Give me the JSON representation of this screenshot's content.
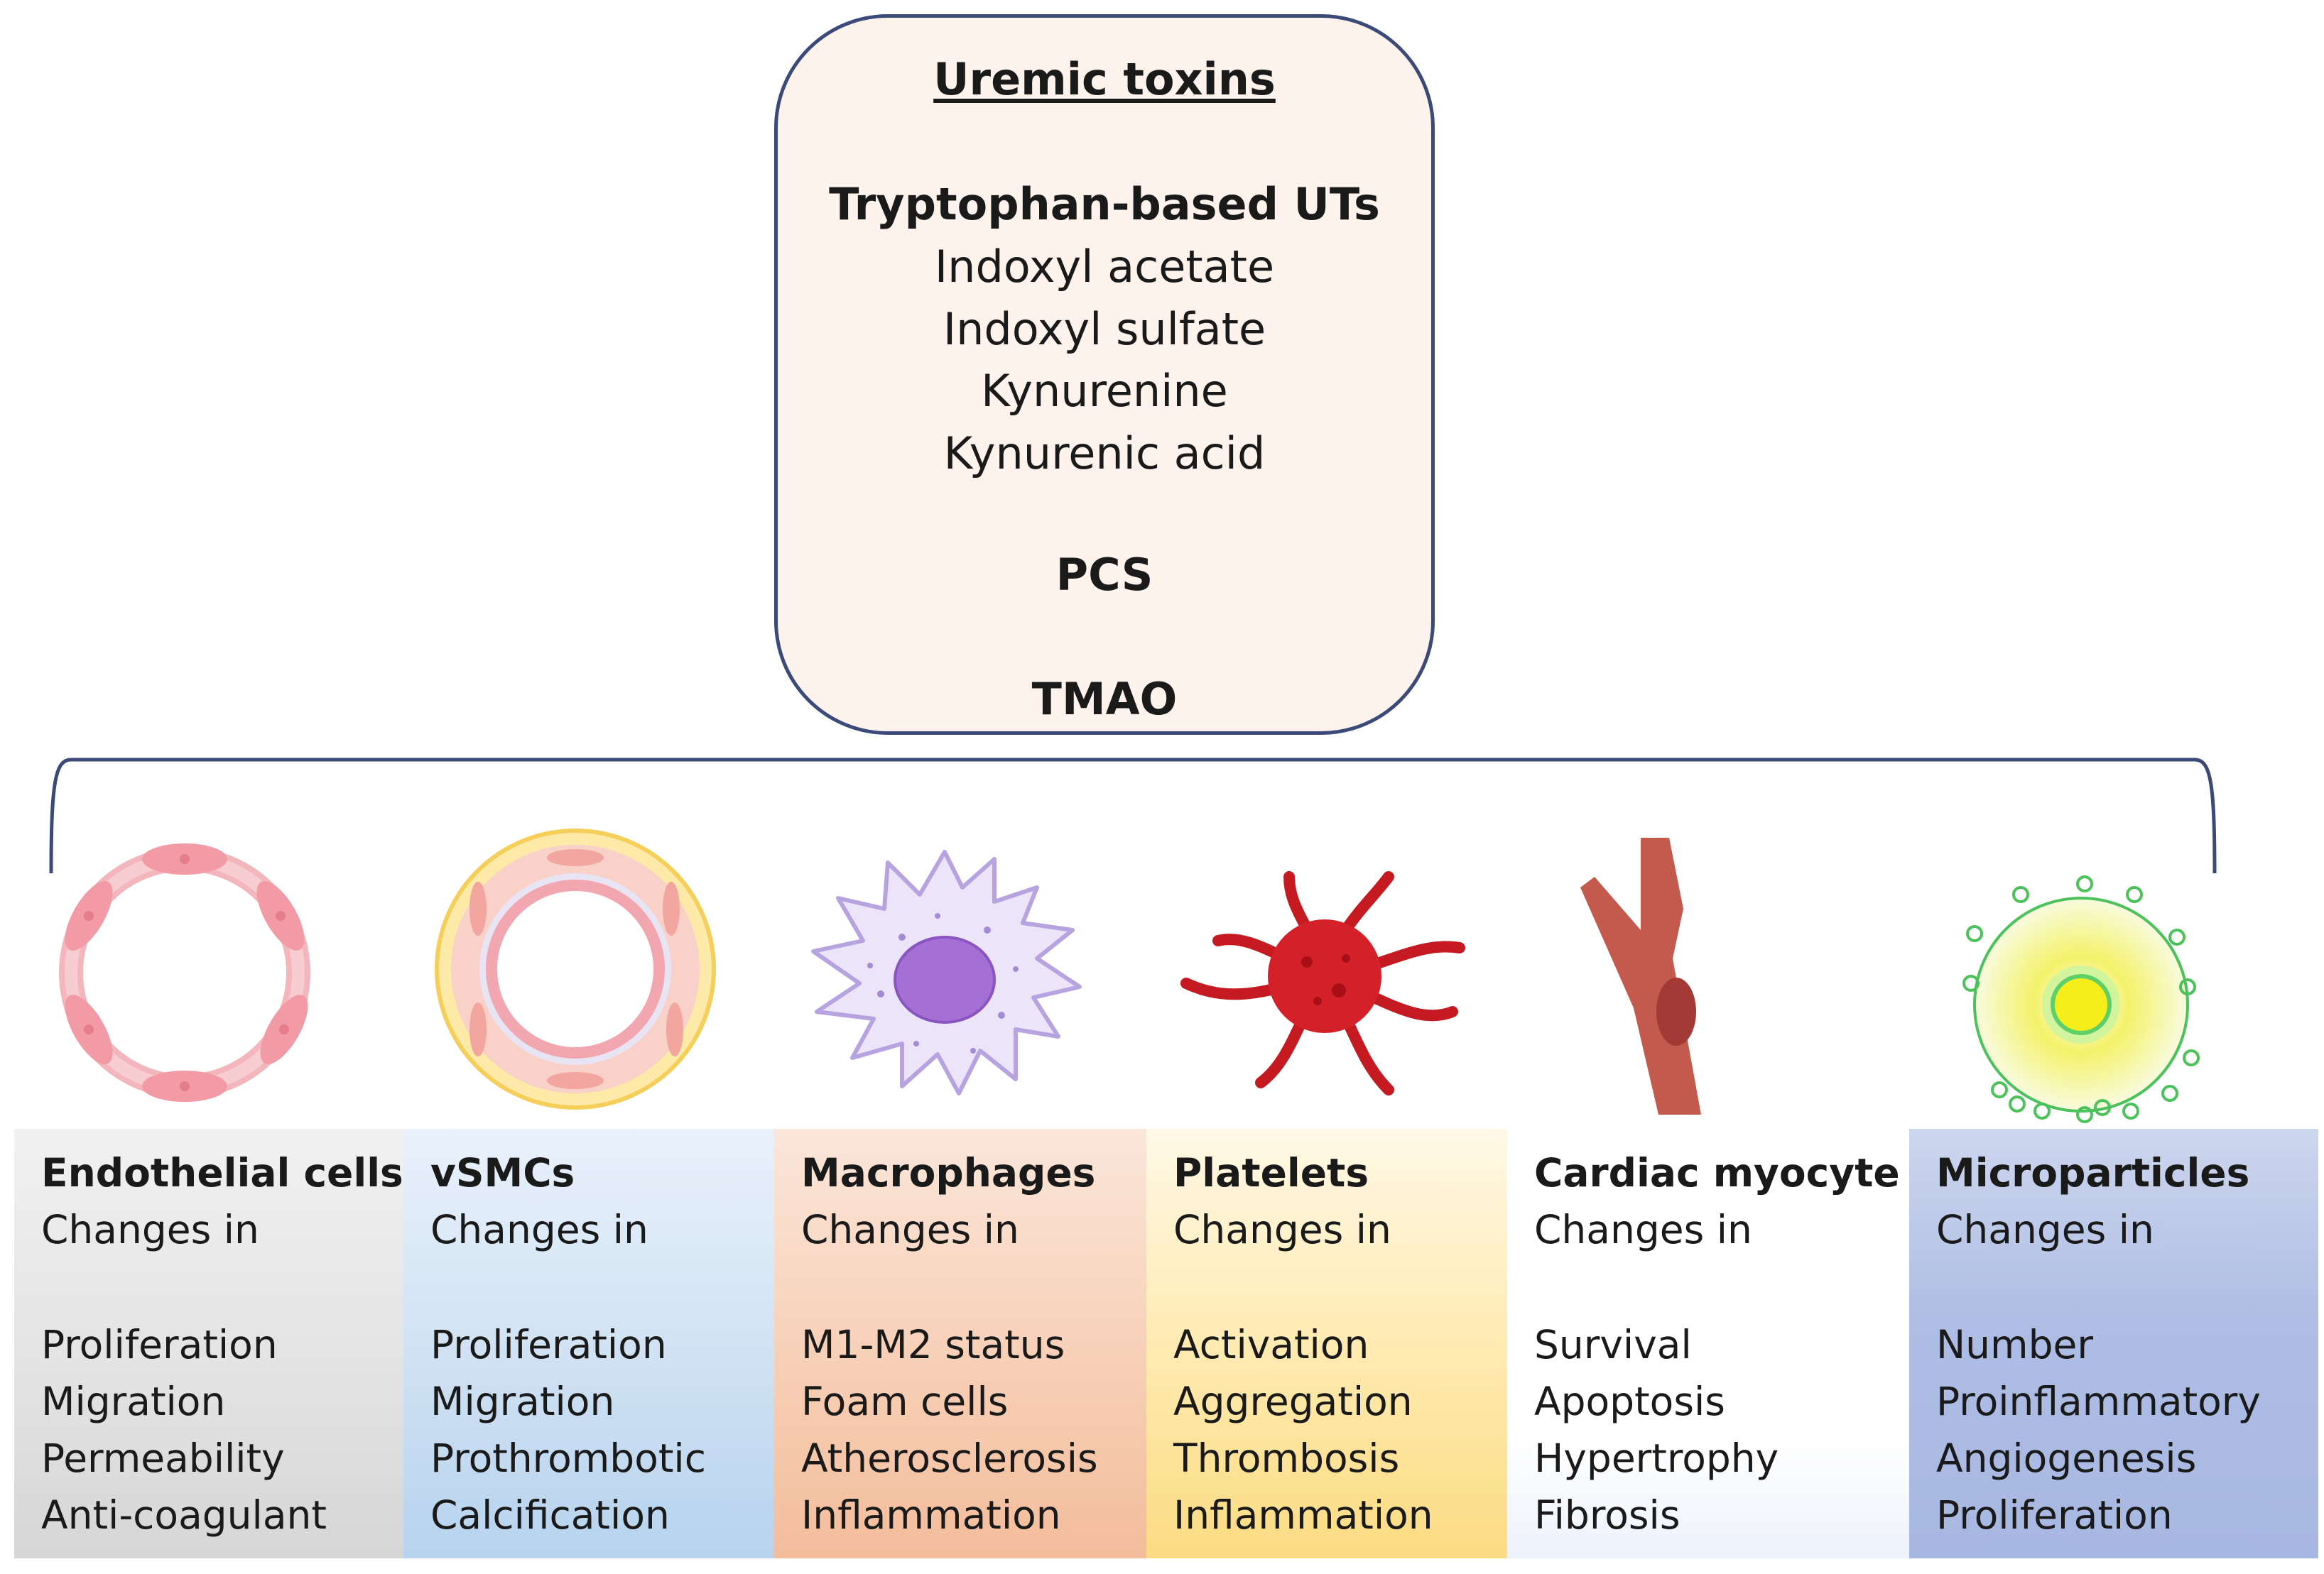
{
  "toxins": {
    "title": "Uremic toxins",
    "group_heading": "Tryptophan-based UTs",
    "tryptophan_items": [
      "Indoxyl acetate",
      "Indoxyl sulfate",
      "Kynurenine",
      "Kynurenic acid"
    ],
    "pcs": "PCS",
    "tmao": "TMAO"
  },
  "panels": [
    {
      "name": "Endothelial cells",
      "sub": "Changes in",
      "items": [
        "Proliferation",
        "Migration",
        "Permeability",
        "Anti-coagulant"
      ],
      "icon": "endothelial-ring-icon"
    },
    {
      "name": "vSMCs",
      "sub": "Changes in",
      "items": [
        "Proliferation",
        "Migration",
        "Prothrombotic",
        "Calcification"
      ],
      "icon": "vessel-cross-section-icon"
    },
    {
      "name": "Macrophages",
      "sub": "Changes in",
      "items": [
        "M1-M2 status",
        "Foam cells",
        "Atherosclerosis",
        "Inflammation"
      ],
      "icon": "macrophage-icon"
    },
    {
      "name": "Platelets",
      "sub": "Changes in",
      "items": [
        "Activation",
        "Aggregation",
        "Thrombosis",
        "Inflammation"
      ],
      "icon": "activated-platelet-icon"
    },
    {
      "name": "Cardiac myocyte",
      "sub": "Changes in",
      "items": [
        "Survival",
        "Apoptosis",
        "Hypertrophy",
        "Fibrosis"
      ],
      "icon": "cardiomyocyte-icon"
    },
    {
      "name": "Microparticles",
      "sub": "Changes in",
      "items": [
        "Number",
        "Proinflammatory",
        "Angiogenesis",
        "Proliferation"
      ],
      "icon": "microparticle-icon"
    }
  ],
  "colors": {
    "box_border": "#3b4a78",
    "box_fill": "#fdf3ec",
    "bracket": "#3b4a78"
  }
}
